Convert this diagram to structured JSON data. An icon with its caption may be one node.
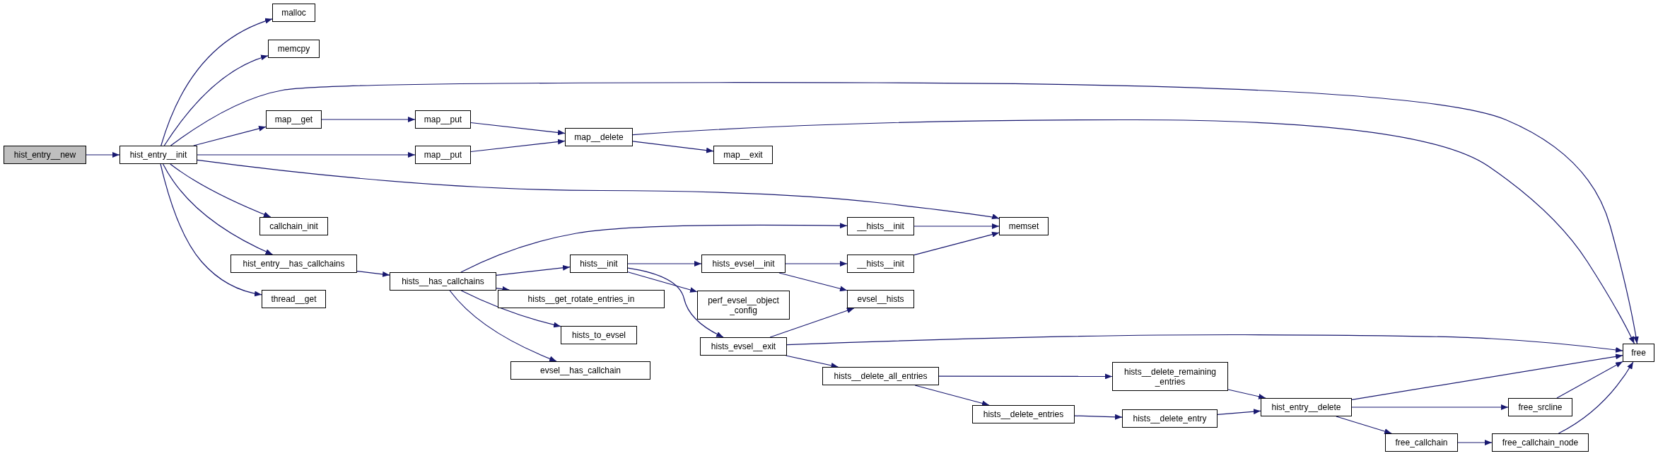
{
  "diagram": {
    "nodes": [
      {
        "text": [
          "hist_entry__new"
        ]
      },
      {
        "text": [
          "hist_entry__init"
        ]
      },
      {
        "text": [
          "malloc"
        ]
      },
      {
        "text": [
          "memcpy"
        ]
      },
      {
        "text": [
          "map__get"
        ]
      },
      {
        "text": [
          "map__put"
        ]
      },
      {
        "text": [
          "map__put"
        ]
      },
      {
        "text": [
          "callchain_init"
        ]
      },
      {
        "text": [
          "hist_entry__has_callchains"
        ]
      },
      {
        "text": [
          "thread__get"
        ]
      },
      {
        "text": [
          "hists__has_callchains"
        ]
      },
      {
        "text": [
          "map__delete"
        ]
      },
      {
        "text": [
          "map__exit"
        ]
      },
      {
        "text": [
          "__hists__init"
        ]
      },
      {
        "text": [
          "memset"
        ]
      },
      {
        "text": [
          "hists__init"
        ]
      },
      {
        "text": [
          "hists__get_rotate_entries_in"
        ]
      },
      {
        "text": [
          "hists_to_evsel"
        ]
      },
      {
        "text": [
          "evsel__has_callchain"
        ]
      },
      {
        "text": [
          "hists_evsel__init"
        ]
      },
      {
        "text": [
          "perf_evsel__object _config"
        ]
      },
      {
        "text": [
          "hists_evsel__exit"
        ]
      },
      {
        "text": [
          "__hists__init"
        ]
      },
      {
        "text": [
          "evsel__hists"
        ]
      },
      {
        "text": [
          "hists__delete_all_entries"
        ]
      },
      {
        "text": [
          "hists__delete_remaining _entries"
        ]
      },
      {
        "text": [
          "hists__delete_entries"
        ]
      },
      {
        "text": [
          "hists__delete_entry"
        ]
      },
      {
        "text": [
          "hist_entry__delete"
        ]
      },
      {
        "text": [
          "free_srcline"
        ]
      },
      {
        "text": [
          "free_callchain"
        ]
      },
      {
        "text": [
          "free_callchain_node"
        ]
      },
      {
        "text": [
          "free"
        ]
      }
    ],
    "edges": [
      {
        "from": 0,
        "to": 1,
        "arrow": "to"
      },
      {
        "from": 1,
        "to": 2,
        "arrow": "to"
      },
      {
        "from": 1,
        "to": 3,
        "arrow": "to"
      },
      {
        "from": 1,
        "to": 32,
        "arrow": "to"
      },
      {
        "from": 1,
        "to": 4,
        "arrow": "to"
      },
      {
        "from": 1,
        "to": 6,
        "arrow": "to"
      },
      {
        "from": 1,
        "to": 14,
        "arrow": "to"
      },
      {
        "from": 1,
        "to": 7,
        "arrow": "to"
      },
      {
        "from": 1,
        "to": 8,
        "arrow": "to"
      },
      {
        "from": 1,
        "to": 9,
        "arrow": "to"
      },
      {
        "from": 4,
        "to": 5,
        "arrow": "to"
      },
      {
        "from": 5,
        "to": 11,
        "arrow": "to"
      },
      {
        "from": 6,
        "to": 11,
        "arrow": "to"
      },
      {
        "from": 11,
        "to": 32,
        "arrow": "to"
      },
      {
        "from": 11,
        "to": 12,
        "arrow": "to"
      },
      {
        "from": 8,
        "to": 10,
        "arrow": "to"
      },
      {
        "from": 10,
        "to": 13,
        "arrow": "to"
      },
      {
        "from": 10,
        "to": 15,
        "arrow": "to"
      },
      {
        "from": 10,
        "to": 16,
        "arrow": "to"
      },
      {
        "from": 10,
        "to": 17,
        "arrow": "to"
      },
      {
        "from": 10,
        "to": 18,
        "arrow": "to"
      },
      {
        "from": 13,
        "to": 14,
        "arrow": "to"
      },
      {
        "from": 15,
        "to": 19,
        "arrow": "to"
      },
      {
        "from": 15,
        "to": 20,
        "arrow": "to"
      },
      {
        "from": 15,
        "to": 21,
        "arrow": "to"
      },
      {
        "from": 19,
        "to": 22,
        "arrow": "to"
      },
      {
        "from": 19,
        "to": 23,
        "arrow": "to"
      },
      {
        "from": 22,
        "to": 14,
        "arrow": "to"
      },
      {
        "from": 21,
        "to": 23,
        "arrow": "to"
      },
      {
        "from": 21,
        "to": 32,
        "arrow": "to"
      },
      {
        "from": 21,
        "to": 24,
        "arrow": "to"
      },
      {
        "from": 24,
        "to": 25,
        "arrow": "to"
      },
      {
        "from": 24,
        "to": 26,
        "arrow": "to"
      },
      {
        "from": 25,
        "to": 28,
        "arrow": "to"
      },
      {
        "from": 26,
        "to": 27,
        "arrow": "to"
      },
      {
        "from": 27,
        "to": 28,
        "arrow": "to"
      },
      {
        "from": 28,
        "to": 32,
        "arrow": "to"
      },
      {
        "from": 28,
        "to": 29,
        "arrow": "to"
      },
      {
        "from": 28,
        "to": 30,
        "arrow": "to"
      },
      {
        "from": 29,
        "to": 32,
        "arrow": "to"
      },
      {
        "from": 30,
        "to": 31,
        "arrow": "to"
      },
      {
        "from": 31,
        "to": 32,
        "arrow": "to"
      }
    ]
  }
}
